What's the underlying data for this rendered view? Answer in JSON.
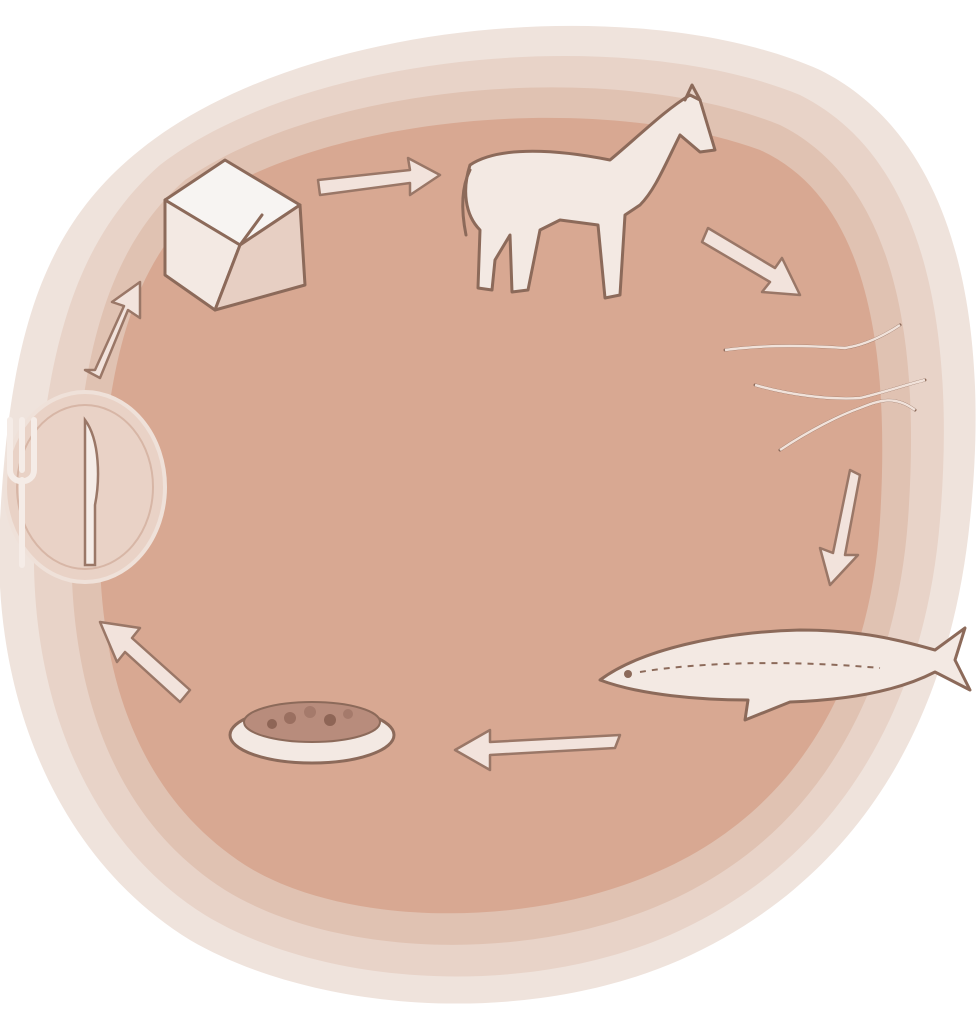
{
  "diagram": {
    "type": "cycle",
    "background_color": "#d8a892",
    "halo_colors": [
      "#efe3dc",
      "#e8d3c8",
      "#e0c2b2"
    ],
    "stages": [
      {
        "id": "box",
        "icon": "box-icon"
      },
      {
        "id": "horse",
        "icon": "horse-icon"
      },
      {
        "id": "worms",
        "icon": "worms-icon"
      },
      {
        "id": "fish",
        "icon": "fish-icon"
      },
      {
        "id": "pet-food",
        "icon": "food-bowl-icon"
      },
      {
        "id": "meal",
        "icon": "plate-fork-knife-icon"
      }
    ],
    "arrows": [
      {
        "from": "box",
        "to": "horse"
      },
      {
        "from": "horse",
        "to": "worms"
      },
      {
        "from": "worms",
        "to": "fish"
      },
      {
        "from": "fish",
        "to": "pet-food"
      },
      {
        "from": "pet-food",
        "to": "meal"
      },
      {
        "from": "meal",
        "to": "box"
      }
    ]
  }
}
